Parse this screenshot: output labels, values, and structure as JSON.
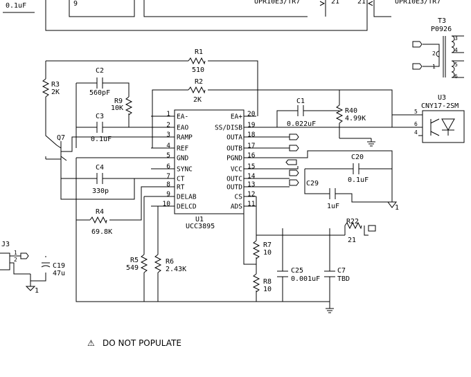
{
  "top_fragments": {
    "cap_left": "0.1uF",
    "pin_9": "9",
    "part_mid": "UPR10E3/TR7",
    "pin_21a": "21",
    "pin_21b": "21",
    "part_right": "UPR10E3/TR7"
  },
  "components": {
    "R1": {
      "ref": "R1",
      "value": "510"
    },
    "R2": {
      "ref": "R2",
      "value": "2K"
    },
    "R3": {
      "ref": "R3",
      "value": "2K"
    },
    "R4": {
      "ref": "R4",
      "value": "69.8K"
    },
    "R5": {
      "ref": "R5",
      "value": "549"
    },
    "R6": {
      "ref": "R6",
      "value": "2.43K"
    },
    "R7": {
      "ref": "R7",
      "value": "10"
    },
    "R8": {
      "ref": "R8",
      "value": "10"
    },
    "R9": {
      "ref": "R9",
      "value": "10K"
    },
    "R22": {
      "ref": "R22",
      "value": "21"
    },
    "R40": {
      "ref": "R40",
      "value": "4.99K"
    },
    "C1": {
      "ref": "C1",
      "value": "0.022uF"
    },
    "C2": {
      "ref": "C2",
      "value": "560pF"
    },
    "C3": {
      "ref": "C3",
      "value": "0.1uF"
    },
    "C4": {
      "ref": "C4",
      "value": "330p"
    },
    "C7": {
      "ref": "C7",
      "value": "TBD"
    },
    "C19": {
      "ref": "C19",
      "value": "47u"
    },
    "C20": {
      "ref": "C20",
      "value": "0.1uF"
    },
    "C25": {
      "ref": "C25",
      "value": "0.001uF"
    },
    "C29": {
      "ref": "C29",
      "value": "1uF"
    },
    "Q7": {
      "ref": "Q7"
    },
    "T3": {
      "ref": "T3",
      "value": "P0926"
    },
    "U3": {
      "ref": "U3",
      "value": "CNY17-2SM"
    },
    "J3": {
      "ref": "J3"
    }
  },
  "u1": {
    "ref": "U1",
    "part": "UCC3895",
    "left_pins": [
      {
        "num": "1",
        "name": "EA-"
      },
      {
        "num": "2",
        "name": "EAO"
      },
      {
        "num": "3",
        "name": "RAMP"
      },
      {
        "num": "4",
        "name": "REF"
      },
      {
        "num": "5",
        "name": "GND"
      },
      {
        "num": "6",
        "name": "SYNC"
      },
      {
        "num": "7",
        "name": "CT"
      },
      {
        "num": "8",
        "name": "RT"
      },
      {
        "num": "9",
        "name": "DELAB"
      },
      {
        "num": "10",
        "name": "DELCD"
      }
    ],
    "right_pins": [
      {
        "num": "20",
        "name": "EA+"
      },
      {
        "num": "19",
        "name": "SS/DISB"
      },
      {
        "num": "18",
        "name": "OUTA"
      },
      {
        "num": "17",
        "name": "OUTB"
      },
      {
        "num": "16",
        "name": "PGND"
      },
      {
        "num": "15",
        "name": "VCC"
      },
      {
        "num": "14",
        "name": "OUTC"
      },
      {
        "num": "13",
        "name": "OUTD"
      },
      {
        "num": "12",
        "name": "CS"
      },
      {
        "num": "11",
        "name": "ADS"
      }
    ]
  },
  "pin_numbers": {
    "t3_p3": "3",
    "t3_p4": "4",
    "t3_p2": "2",
    "t3_p1": "1",
    "t3_p5": "5",
    "t3_p6": "6",
    "u3_p5": "5",
    "u3_p6": "6",
    "u3_p4": "4",
    "j3_p1": "1",
    "j3_p2": "2"
  },
  "ground_labels": {
    "gnd_right": "1",
    "gnd_j3": "1"
  },
  "note": {
    "symbol": "⚠",
    "text": "DO NOT POPULATE"
  },
  "colors": {
    "ink": "#000000",
    "background": "#ffffff"
  }
}
